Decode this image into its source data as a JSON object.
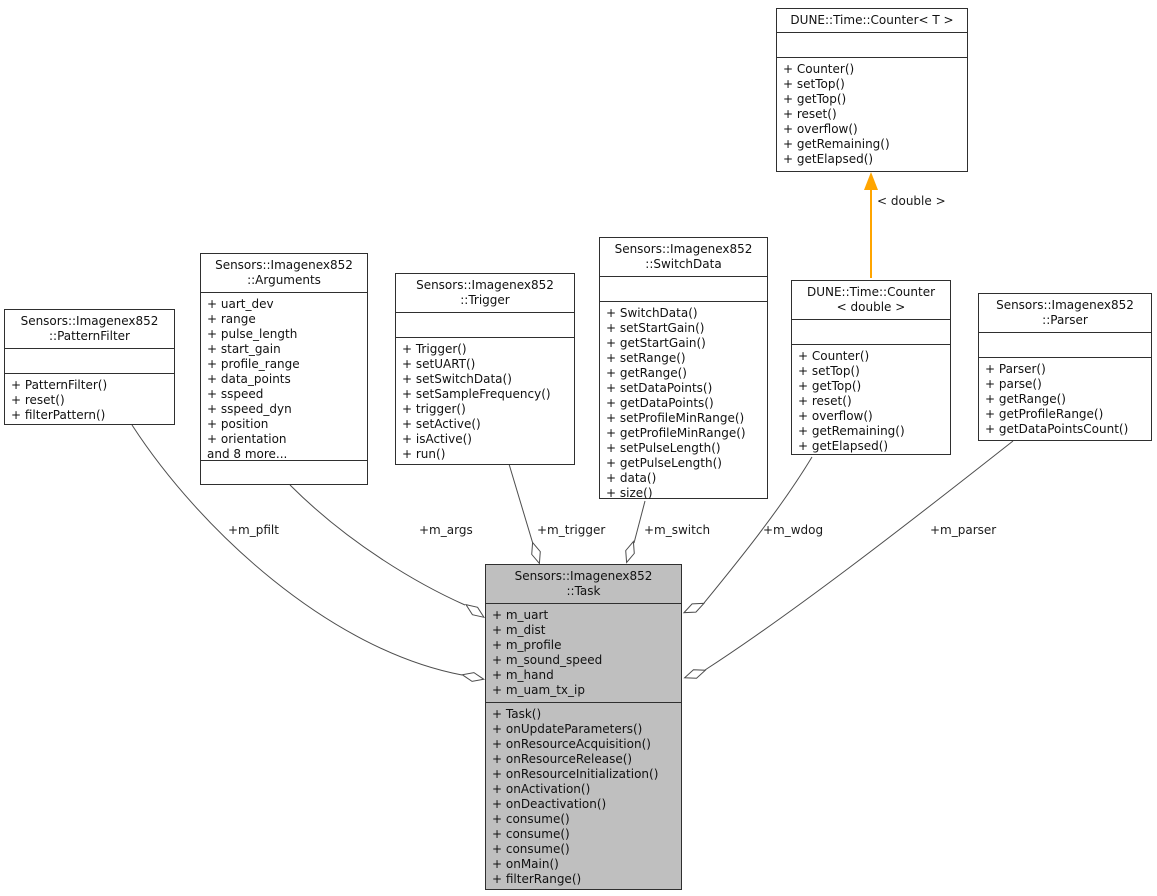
{
  "classes": {
    "counter_t": {
      "title": "DUNE::Time::Counter< T >",
      "attributes": [],
      "methods": [
        "+ Counter()",
        "+ setTop()",
        "+ getTop()",
        "+ reset()",
        "+ overflow()",
        "+ getRemaining()",
        "+ getElapsed()"
      ]
    },
    "pattern_filter": {
      "title": "Sensors::Imagenex852\n::PatternFilter",
      "attributes": [],
      "methods": [
        "+ PatternFilter()",
        "+ reset()",
        "+ filterPattern()"
      ]
    },
    "arguments": {
      "title": "Sensors::Imagenex852\n::Arguments",
      "attributes": [
        "+ uart_dev",
        "+ range",
        "+ pulse_length",
        "+ start_gain",
        "+ profile_range",
        "+ data_points",
        "+ sspeed",
        "+ sspeed_dyn",
        "+ position",
        "+ orientation",
        "and 8 more..."
      ],
      "methods": []
    },
    "trigger": {
      "title": "Sensors::Imagenex852\n::Trigger",
      "attributes": [],
      "methods": [
        "+ Trigger()",
        "+ setUART()",
        "+ setSwitchData()",
        "+ setSampleFrequency()",
        "+ trigger()",
        "+ setActive()",
        "+ isActive()",
        "+ run()"
      ]
    },
    "switch_data": {
      "title": "Sensors::Imagenex852\n::SwitchData",
      "attributes": [],
      "methods": [
        "+ SwitchData()",
        "+ setStartGain()",
        "+ getStartGain()",
        "+ setRange()",
        "+ getRange()",
        "+ setDataPoints()",
        "+ getDataPoints()",
        "+ setProfileMinRange()",
        "+ getProfileMinRange()",
        "+ setPulseLength()",
        "+ getPulseLength()",
        "+ data()",
        "+ size()"
      ]
    },
    "counter_double": {
      "title": "DUNE::Time::Counter\n< double >",
      "attributes": [],
      "methods": [
        "+ Counter()",
        "+ setTop()",
        "+ getTop()",
        "+ reset()",
        "+ overflow()",
        "+ getRemaining()",
        "+ getElapsed()"
      ]
    },
    "parser": {
      "title": "Sensors::Imagenex852\n::Parser",
      "attributes": [],
      "methods": [
        "+ Parser()",
        "+ parse()",
        "+ getRange()",
        "+ getProfileRange()",
        "+ getDataPointsCount()"
      ]
    },
    "task": {
      "title": "Sensors::Imagenex852\n::Task",
      "attributes": [
        "+ m_uart",
        "+ m_dist",
        "+ m_profile",
        "+ m_sound_speed",
        "+ m_hand",
        "+ m_uam_tx_ip"
      ],
      "methods": [
        "+ Task()",
        "+ onUpdateParameters()",
        "+ onResourceAcquisition()",
        "+ onResourceRelease()",
        "+ onResourceInitialization()",
        "+ onActivation()",
        "+ onDeactivation()",
        "+ consume()",
        "+ consume()",
        "+ consume()",
        "+ onMain()",
        "+ filterRange()"
      ]
    }
  },
  "edges": {
    "m_pfilt": {
      "label": "+m_pfilt"
    },
    "m_args": {
      "label": "+m_args"
    },
    "m_trigger": {
      "label": "+m_trigger"
    },
    "m_switch": {
      "label": "+m_switch"
    },
    "m_wdog": {
      "label": "+m_wdog"
    },
    "m_parser": {
      "label": "+m_parser"
    },
    "template_instance": {
      "label": "< double >"
    }
  },
  "colors": {
    "task_fill": "#bfbfbf",
    "box_fill": "#ffffff",
    "border": "#2f2f2f",
    "edge": "#4d4d4d",
    "template_arrow": "#ffa500"
  }
}
